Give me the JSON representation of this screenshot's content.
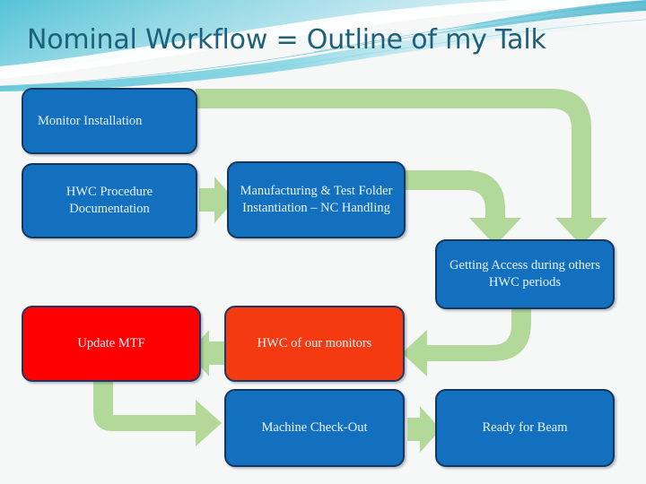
{
  "slide": {
    "title": "Nominal Workflow = Outline of my Talk",
    "title_color": "#1d6079",
    "background_color": "#f6f7f7",
    "arrow_color": "#b2d89a",
    "node_blue": "#1370be",
    "node_red": "#fe0000",
    "node_orange": "#f43a10",
    "node_border": "#1f3864",
    "node_text_color": "#eaf3fb"
  },
  "nodes": [
    {
      "id": "monitor-installation",
      "label": "Monitor Installation",
      "color": "blue"
    },
    {
      "id": "hwc-procedure-doc",
      "label": "HWC Procedure Documentation",
      "color": "blue"
    },
    {
      "id": "manufacturing-test",
      "label": "Manufacturing & Test Folder Instantiation – NC Handling",
      "color": "blue"
    },
    {
      "id": "getting-access",
      "label": "Getting Access during others HWC periods",
      "color": "blue"
    },
    {
      "id": "update-mtf",
      "label": "Update MTF",
      "color": "red"
    },
    {
      "id": "hwc-our-monitors",
      "label": "HWC of our monitors",
      "color": "orange"
    },
    {
      "id": "machine-check-out",
      "label": "Machine Check-Out",
      "color": "blue"
    },
    {
      "id": "ready-for-beam",
      "label": "Ready for Beam",
      "color": "blue"
    }
  ],
  "connectors": [
    {
      "id": "monitor-installation-to-getting-access",
      "from": "monitor-installation",
      "to": "getting-access",
      "shape": "elbow-right-down"
    },
    {
      "id": "hwc-procedure-to-manufacturing",
      "from": "hwc-procedure-doc",
      "to": "manufacturing-test",
      "shape": "straight-right"
    },
    {
      "id": "manufacturing-to-getting-access",
      "from": "manufacturing-test",
      "to": "getting-access",
      "shape": "elbow-right-down"
    },
    {
      "id": "getting-access-to-hwc-our-monitors",
      "from": "getting-access",
      "to": "hwc-our-monitors",
      "shape": "elbow-down-left"
    },
    {
      "id": "hwc-our-monitors-to-update-mtf",
      "from": "hwc-our-monitors",
      "to": "update-mtf",
      "shape": "straight-left"
    },
    {
      "id": "update-mtf-to-machine-check-out",
      "from": "update-mtf",
      "to": "machine-check-out",
      "shape": "elbow-down-right"
    },
    {
      "id": "machine-check-out-to-ready-for-beam",
      "from": "machine-check-out",
      "to": "ready-for-beam",
      "shape": "straight-right"
    }
  ]
}
